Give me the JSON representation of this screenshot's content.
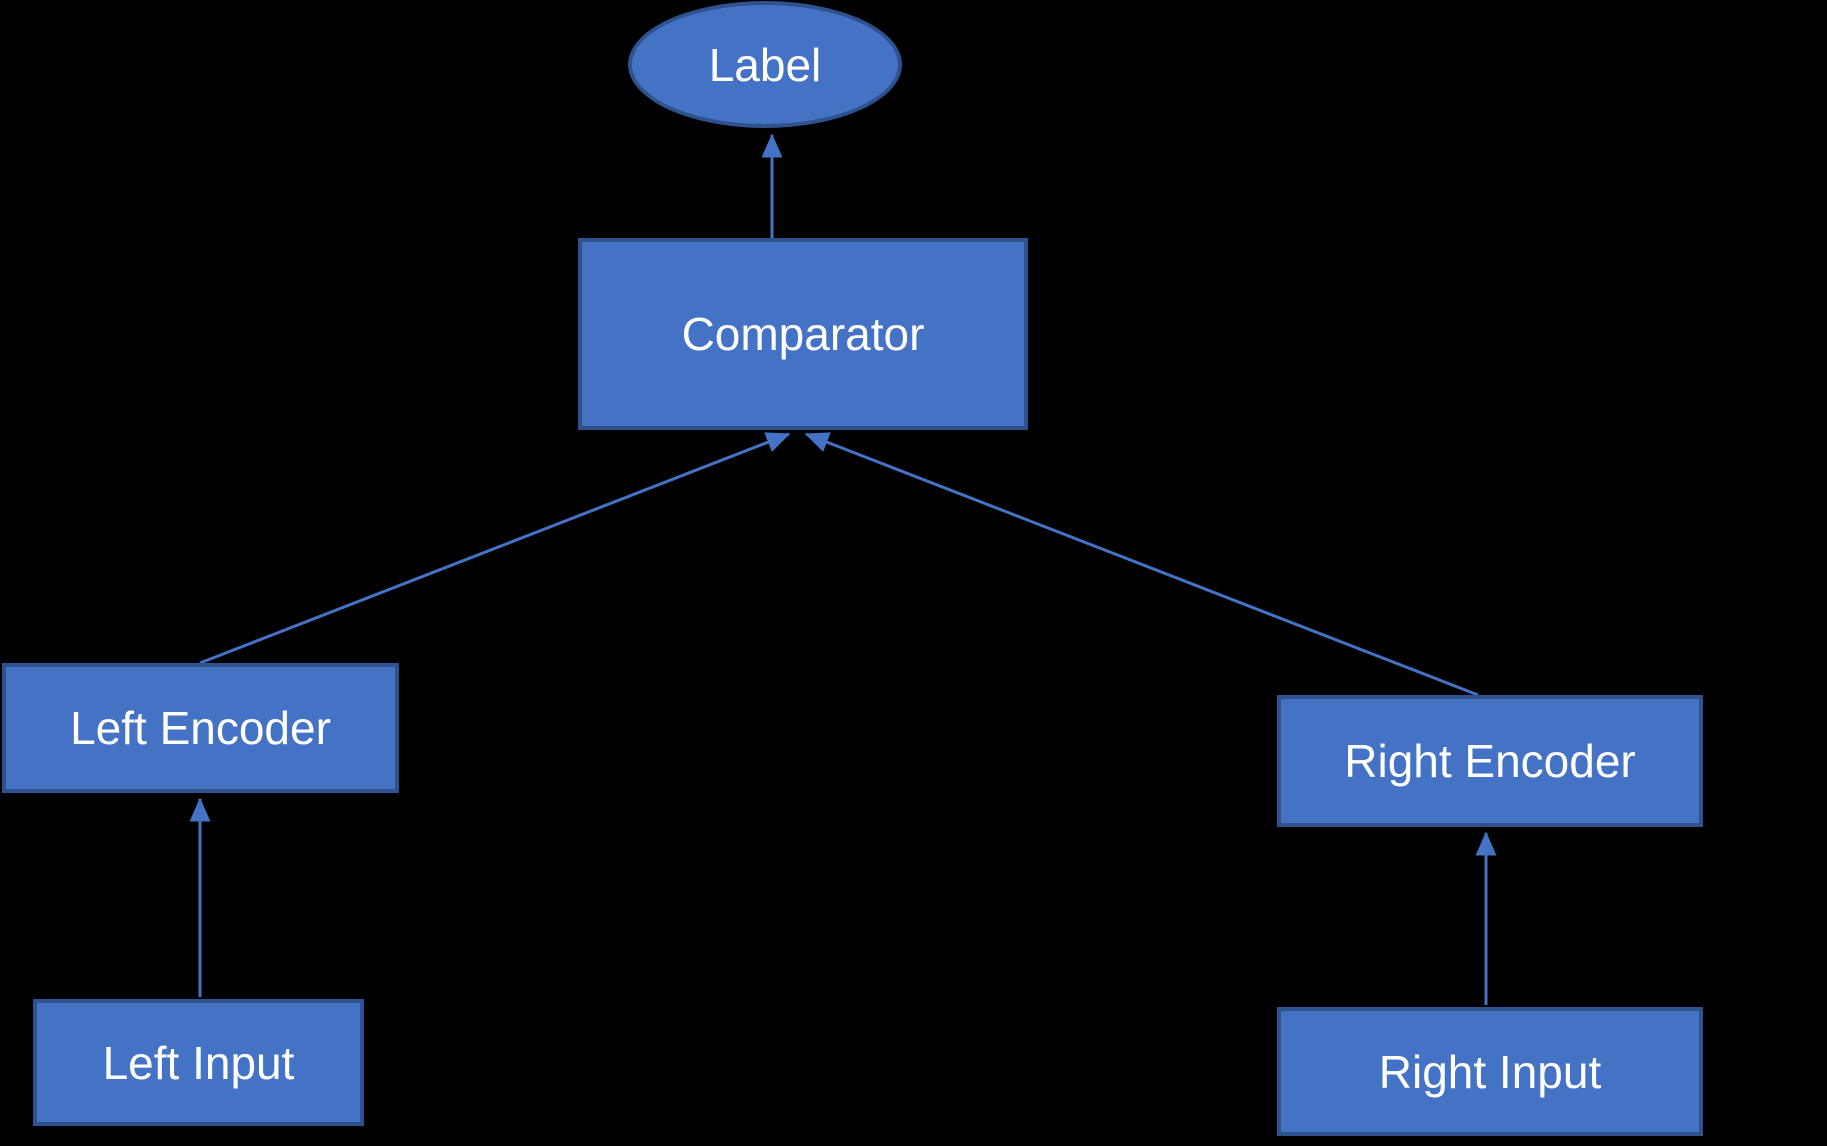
{
  "diagram": {
    "description": "Siamese comparator network block diagram",
    "nodes": {
      "label": {
        "text": "Label",
        "shape": "ellipse"
      },
      "comparator": {
        "text": "Comparator",
        "shape": "rect"
      },
      "left_encoder": {
        "text": "Left Encoder",
        "shape": "rect"
      },
      "right_encoder": {
        "text": "Right Encoder",
        "shape": "rect"
      },
      "left_input": {
        "text": "Left Input",
        "shape": "rect"
      },
      "right_input": {
        "text": "Right Input",
        "shape": "rect"
      }
    },
    "edges": [
      {
        "from": "Comparator",
        "to": "Label"
      },
      {
        "from": "Left Encoder",
        "to": "Comparator"
      },
      {
        "from": "Right Encoder",
        "to": "Comparator"
      },
      {
        "from": "Left Input",
        "to": "Left Encoder"
      },
      {
        "from": "Right Input",
        "to": "Right Encoder"
      }
    ],
    "colors": {
      "background": "#000000",
      "node_fill": "#4472C4",
      "node_border": "#2F528F",
      "arrow": "#4472C4",
      "text": "#FFFFFF"
    }
  }
}
